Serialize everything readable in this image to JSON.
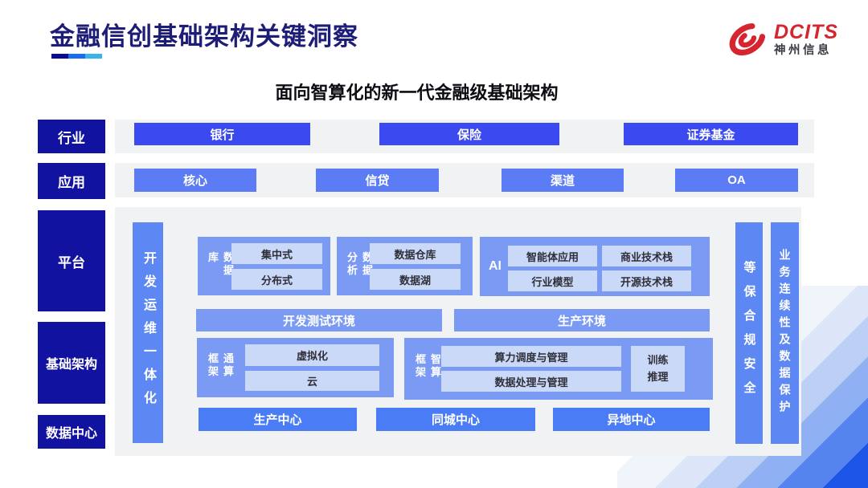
{
  "header": {
    "title": "金融信创基础架构关键洞察",
    "logo_brand": "DCITS",
    "logo_company": "神州信息"
  },
  "subtitle": "面向智算化的新一代金融级基础架构",
  "layers": [
    {
      "label": "行业"
    },
    {
      "label": "应用"
    },
    {
      "label": "平台"
    },
    {
      "label": "基础架构"
    },
    {
      "label": "数据中心"
    }
  ],
  "industry": {
    "items": [
      "银行",
      "保险",
      "证券基金"
    ]
  },
  "application": {
    "items": [
      "核心",
      "信贷",
      "渠道",
      "OA"
    ]
  },
  "main": {
    "devops_bar": "开发运维一体化",
    "database": {
      "label": "数据库",
      "items": [
        "集中式",
        "分布式"
      ]
    },
    "analytics": {
      "label": "数据分析",
      "items": [
        "数据仓库",
        "数据湖"
      ]
    },
    "ai": {
      "label": "AI",
      "items": [
        "智能体应用",
        "商业技术栈",
        "行业模型",
        "开源技术栈"
      ]
    },
    "env": [
      "开发测试环境",
      "生产环境"
    ],
    "general": {
      "label": "通算框架",
      "items": [
        "虚拟化",
        "云"
      ]
    },
    "smart": {
      "label": "智算框架",
      "items": [
        "算力调度与管理",
        "数据处理与管理"
      ],
      "side": [
        "训练",
        "推理"
      ]
    },
    "centers": [
      "生产中心",
      "同城中心",
      "异地中心"
    ],
    "security_bars": [
      "等保合规安全",
      "业务连续性及数据保护"
    ]
  },
  "colors": {
    "title_navy": "#1d1d78",
    "layer_navy": "#1212a0",
    "industry_button": "#3a49f0",
    "application_button": "#5b7cf4",
    "side_bar_blue": "#5d87f2",
    "group_blue": "#7b9af3",
    "inner_light_blue": "#cbd9f9",
    "center_button": "#4a7cf5",
    "logo_red": "#d6252e",
    "corner_deep_blue": "#1d55e6",
    "strip_gray": "#f1f2f4"
  }
}
